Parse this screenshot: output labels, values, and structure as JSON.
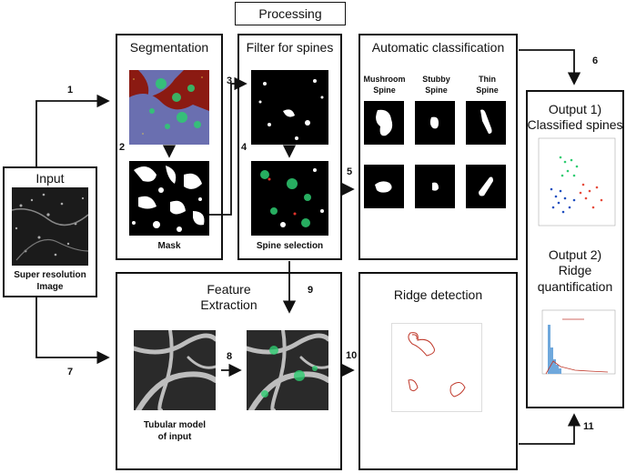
{
  "header": {
    "title": "Processing"
  },
  "input": {
    "title": "Input",
    "caption_line1": "Super resolution",
    "caption_line2": "Image"
  },
  "segmentation": {
    "title": "Segmentation",
    "caption": "Mask"
  },
  "filter": {
    "title": "Filter for spines",
    "caption": "Spine selection"
  },
  "classification": {
    "title": "Automatic classification",
    "columns": [
      {
        "line1": "Mushroom",
        "line2": "Spine"
      },
      {
        "line1": "Stubby",
        "line2": "Spine"
      },
      {
        "line1": "Thin",
        "line2": "Spine"
      }
    ]
  },
  "output": {
    "o1_line1": "Output 1)",
    "o1_line2": "Classified spines",
    "o2_line1": "Output 2)",
    "o2_line2": "Ridge",
    "o2_line3": "quantification"
  },
  "feature": {
    "title_line1": "Feature",
    "title_line2": "Extraction",
    "caption_line1": "Tubular model",
    "caption_line2": "of input"
  },
  "ridge": {
    "title": "Ridge detection"
  },
  "steps": {
    "s1": "1",
    "s2": "2",
    "s3": "3",
    "s4": "4",
    "s5": "5",
    "s6": "6",
    "s7": "7",
    "s8": "8",
    "s9": "9",
    "s10": "10",
    "s11": "11"
  },
  "colors": {
    "mask_red": "#8b1a12",
    "mask_blue": "#6a6fb0",
    "spine_green": "#2ecc71",
    "ridge_red": "#c0392b",
    "chart_blue": "#1f4fbf"
  }
}
